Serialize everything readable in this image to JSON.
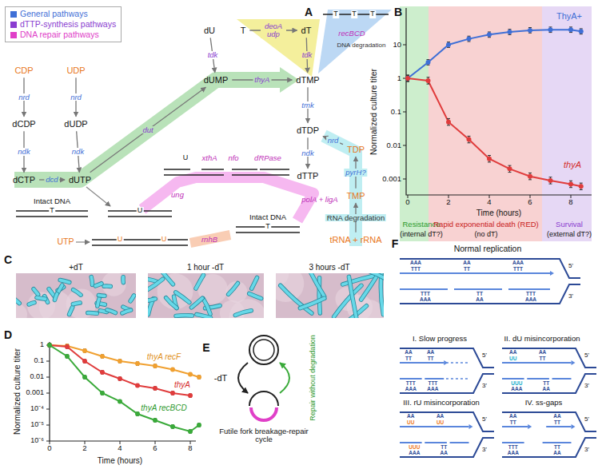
{
  "diagram": {
    "nodes": [
      {
        "text": [
          "CDP"
        ]
      },
      {
        "text": [
          "dCDP"
        ]
      },
      {
        "text": [
          "dCTP"
        ]
      },
      {
        "text": [
          "UDP"
        ]
      },
      {
        "text": [
          "dUDP"
        ]
      },
      {
        "text": [
          "dUTP"
        ]
      },
      {
        "text": [
          "dU"
        ]
      },
      {
        "text": [
          "dUMP"
        ]
      },
      {
        "text": [
          "T"
        ]
      },
      {
        "text": [
          "dT"
        ]
      },
      {
        "text": [
          "dTMP"
        ]
      },
      {
        "text": [
          "dTDP"
        ]
      },
      {
        "text": [
          "dTTP"
        ]
      },
      {
        "text": [
          "TDP"
        ]
      },
      {
        "text": [
          "TMP"
        ]
      },
      {
        "text": [
          "tRNA + rRNA"
        ]
      }
    ],
    "edges": [
      {
        "from": 0,
        "to": 1,
        "arrow": "to",
        "label": "nrd"
      },
      {
        "from": 1,
        "to": 2,
        "arrow": "to",
        "label": "ndk"
      },
      {
        "from": 3,
        "to": 4,
        "arrow": "to",
        "label": "nrd"
      },
      {
        "from": 4,
        "to": 5,
        "arrow": "to",
        "label": "ndk"
      },
      {
        "from": 2,
        "to": 5,
        "arrow": "to",
        "label": "dcd"
      },
      {
        "from": 5,
        "to": 7,
        "arrow": "to",
        "label": "dut"
      },
      {
        "from": 6,
        "to": 7,
        "arrow": "to",
        "label": "tdk"
      },
      {
        "from": 8,
        "to": 9,
        "arrow": "to",
        "label": "deoA udp"
      },
      {
        "from": 9,
        "to": 10,
        "arrow": "to",
        "label": "tdk"
      },
      {
        "from": 7,
        "to": 10,
        "arrow": "to",
        "label": "thyA"
      },
      {
        "from": 10,
        "to": 11,
        "arrow": "to",
        "label": "tmk"
      },
      {
        "from": 11,
        "to": 12,
        "arrow": "to",
        "label": "ndk"
      },
      {
        "from": 13,
        "to": 11,
        "arrow": "to",
        "label": "nrd"
      },
      {
        "from": 14,
        "to": 13,
        "arrow": "to",
        "label": "pyrH?"
      },
      {
        "from": 15,
        "to": 14,
        "arrow": "to",
        "label": "RNA degradation"
      }
    ],
    "labels": [
      "A",
      "B",
      "C",
      "D",
      "E",
      "F",
      "recBCD",
      "DNA degradation",
      "T",
      "T",
      "T",
      "Intact DNA",
      "T",
      "U",
      "ung",
      "U",
      "xthA",
      "nfo",
      "dRPase",
      "polA + ligA",
      "Intact DNA",
      "T",
      "UTP",
      "U",
      "U",
      "rnhB",
      "Normalized culture titer",
      "10",
      "1",
      "0.1",
      "0.01",
      "0.001",
      "0",
      "2",
      "4",
      "6",
      "8",
      "Time (hours)",
      "ThyA+",
      "thyA",
      "Resistance",
      "(internal dT?)",
      "Rapid exponential death (RED)",
      "(no dT)",
      "Survival",
      "(external dT?)",
      "+dT",
      "1 hour -dT",
      "3 hours -dT",
      "Normalized culture titer",
      "1",
      "0.1",
      "0.01",
      "0.001",
      "10⁻⁴",
      "10⁻⁵",
      "10⁻⁶",
      "0",
      "2",
      "4",
      "6",
      "8",
      "Time (hours)",
      "thyA recF",
      "thyA",
      "thyA recBCD",
      "-dT",
      "Repair without degradation",
      "Futile fork breakage-repair cycle",
      "Normal replication",
      "I. Slow progress",
      "II. dU misincorporation",
      "III. rU misincorporation",
      "IV. ss-gaps",
      "AAA",
      "TTT",
      "AA",
      "TT",
      "AAA",
      "TTT",
      "TTT",
      "AAA",
      "TT",
      "AA",
      "TTT",
      "AAA",
      "5'",
      "3'",
      "AA",
      "TT",
      "AA",
      "TT",
      "TTT",
      "AAA",
      "TTT",
      "AAA",
      "5'",
      "3'",
      "AA",
      "UU",
      "AA",
      "TT",
      "UUU",
      "AAA",
      "TT",
      "AA",
      "5'",
      "3'",
      "AA",
      "UU",
      "AA",
      "UU",
      "UUU",
      "AAA",
      "TT",
      "AA",
      "5'",
      "3'",
      "AA",
      "TT",
      "AA",
      "TT",
      "TTT",
      "AAA",
      "TT",
      "AA",
      "5'",
      "3'"
    ],
    "legend": [
      {
        "text": "General pathways",
        "color": "#3f6fd6"
      },
      {
        "text": "dTTP-synthesis pathways",
        "color": "#8a3dd0"
      },
      {
        "text": "DNA repair pathways",
        "color": "#e040c8"
      }
    ]
  }
}
